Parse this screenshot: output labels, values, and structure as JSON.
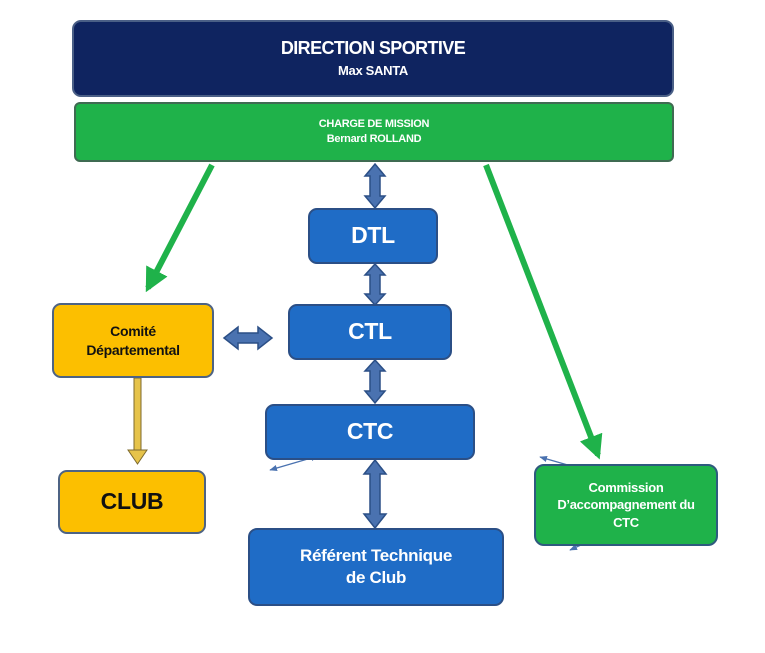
{
  "direction": {
    "title": "DIRECTION  SPORTIVE",
    "name": "Max SANTA"
  },
  "mission": {
    "title": "CHARGE DE MISSION",
    "name": "Bernard ROLLAND"
  },
  "dtl": {
    "label": "DTL"
  },
  "ctl": {
    "label": "CTL"
  },
  "ctc": {
    "label": "CTC"
  },
  "referent": {
    "line1": "Référent  Technique",
    "line2": "de Club"
  },
  "comite": {
    "line1": "Comité",
    "line2": "Départemental"
  },
  "club": {
    "label": "CLUB"
  },
  "commission": {
    "line1": "Commission",
    "line2": "D’accompagnement du",
    "line3": "CTC"
  },
  "colors": {
    "navy": "#0f2460",
    "green": "#1fb24a",
    "blue": "#1f6cc6",
    "yellow": "#fcbf00",
    "connector_blue": "#4a72b0",
    "connector_green": "#1fb24a",
    "connector_gold": "#c9a227"
  }
}
